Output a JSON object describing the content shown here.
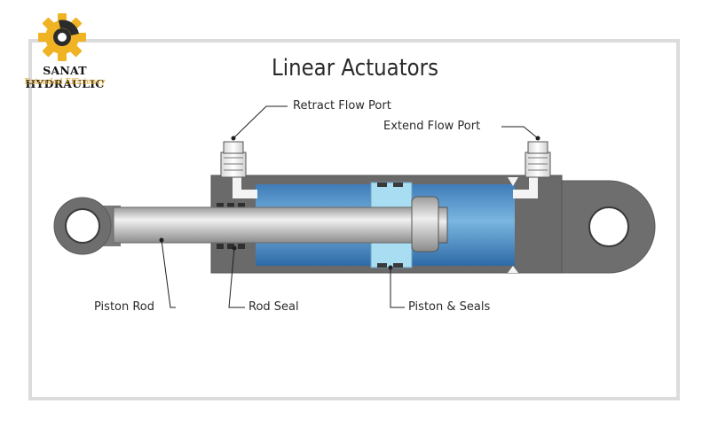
{
  "logo": {
    "brand": "SANAT HYDRAULIC",
    "tagline": "Extended Efficiency",
    "colors": {
      "gear": "#f0b323",
      "gear_dark": "#2b2b2b"
    }
  },
  "diagram": {
    "title": "Linear Actuators",
    "labels": {
      "retract_port": "Retract Flow Port",
      "extend_port": "Extend Flow Port",
      "piston_rod": "Piston Rod",
      "rod_seal": "Rod Seal",
      "piston_seals": "Piston & Seals"
    },
    "colors": {
      "housing": "#6a6a6a",
      "fluid": "#4a8ac4",
      "piston": "#a8ddf2",
      "rod": "#bdbdbd",
      "port_white": "#f4f4f4"
    }
  }
}
